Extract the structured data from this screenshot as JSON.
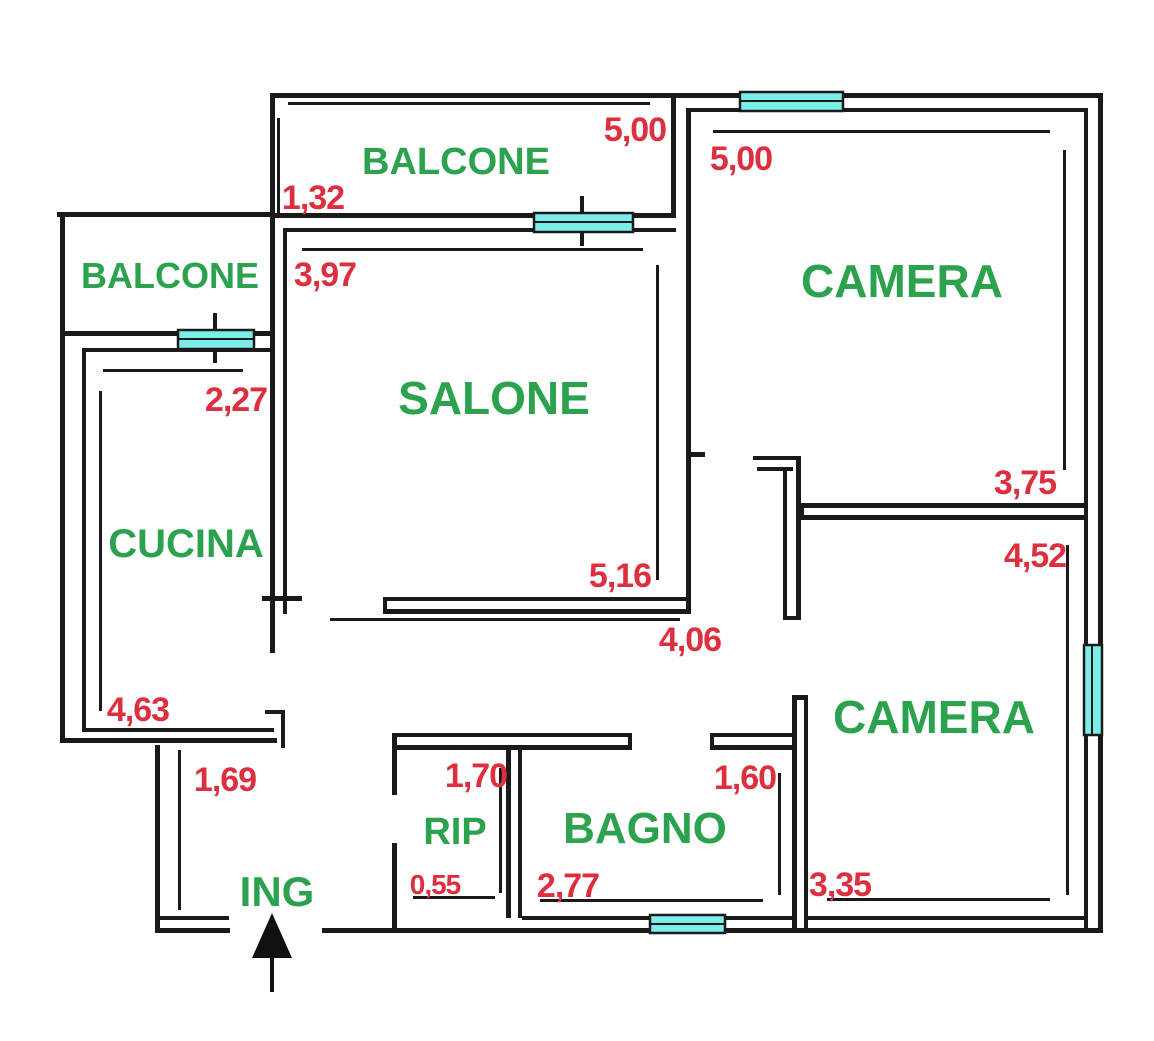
{
  "plan": {
    "type": "apartment-floor-plan",
    "colors": {
      "room_label": "#2da24e",
      "dimension": "#de2f3f",
      "window": "#7ceeea",
      "wall": "#1a1a1a"
    },
    "rooms": [
      {
        "id": "balcone-top",
        "label": "BALCONE"
      },
      {
        "id": "balcone-left",
        "label": "BALCONE"
      },
      {
        "id": "salone",
        "label": "SALONE"
      },
      {
        "id": "camera-nord",
        "label": "CAMERA"
      },
      {
        "id": "cucina",
        "label": "CUCINA"
      },
      {
        "id": "camera-sud",
        "label": "CAMERA"
      },
      {
        "id": "bagno",
        "label": "BAGNO"
      },
      {
        "id": "rip",
        "label": "RIP"
      },
      {
        "id": "ingresso",
        "label": "ING"
      }
    ],
    "dims": [
      {
        "room": "balcone-top",
        "value": "5,00"
      },
      {
        "room": "balcone-top",
        "value": "1,32"
      },
      {
        "room": "camera-nord",
        "value": "5,00"
      },
      {
        "room": "salone",
        "value": "3,97"
      },
      {
        "room": "cucina",
        "value": "2,27"
      },
      {
        "room": "salone",
        "value": "5,16"
      },
      {
        "room": "corridoio",
        "value": "4,06"
      },
      {
        "room": "camera-nord",
        "value": "3,75"
      },
      {
        "room": "camera-sud",
        "value": "4,52"
      },
      {
        "room": "cucina",
        "value": "4,63"
      },
      {
        "room": "ingresso",
        "value": "1,69"
      },
      {
        "room": "rip",
        "value": "1,70"
      },
      {
        "room": "rip",
        "value": "0,55"
      },
      {
        "room": "bagno",
        "value": "1,60"
      },
      {
        "room": "bagno",
        "value": "2,77"
      },
      {
        "room": "camera-sud",
        "value": "3,35"
      }
    ],
    "window_count": 5,
    "entrance": {
      "room": "ingresso",
      "marker": "arrow-up"
    }
  }
}
